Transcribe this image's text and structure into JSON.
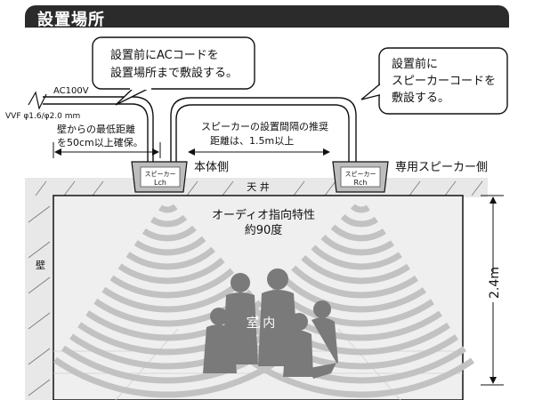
{
  "header": {
    "title": "設置場所"
  },
  "callouts": {
    "left": {
      "lines": [
        "設置前にACコードを",
        "設置場所まで敷設する。"
      ]
    },
    "right": {
      "lines": [
        "設置前に",
        "スピーカーコードを",
        "敷設する。"
      ]
    }
  },
  "wiring": {
    "ac_label": "AC100V",
    "vvf_label": "VVF φ1.6/φ2.0 mm"
  },
  "dimensions": {
    "wall_clearance": {
      "lines": [
        "壁からの最低距離",
        "を50cm以上確保。"
      ]
    },
    "speaker_spacing": {
      "lines": [
        "スピーカーの設置間隔の推奨",
        "距離は、1.5m以上"
      ]
    },
    "height": "2.4m"
  },
  "speakers": {
    "left": {
      "line1": "スピーカー",
      "line2": "Lch",
      "side_label": "本体側"
    },
    "right": {
      "line1": "スピーカー",
      "line2": "Rch",
      "side_label": "専用スピーカー側"
    }
  },
  "room": {
    "ceiling": "天 井",
    "wall": "壁",
    "directivity": [
      "オーディオ指向特性",
      "約90度"
    ],
    "interior": "室 内"
  },
  "colors": {
    "header_bg": "#2b2b2b",
    "room_floor": "#dcdcdc",
    "wave": "#c2c2c2",
    "people": "#7a7a7a"
  }
}
